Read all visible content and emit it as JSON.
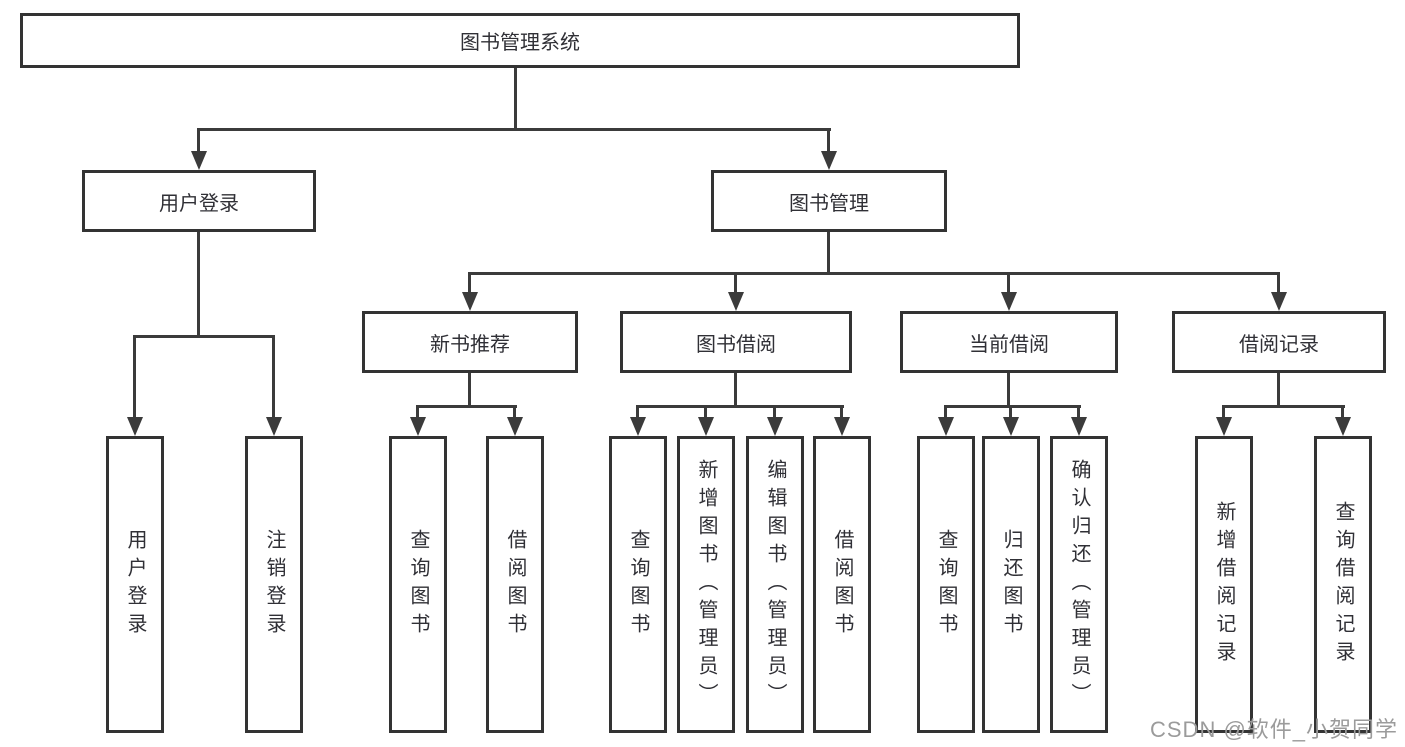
{
  "diagram": {
    "title": "图书管理系统",
    "colors": {
      "line": "#3b3b3b",
      "box_border": "#333333",
      "text": "#303036",
      "watermark": "#9b9b9b",
      "background": "#ffffff"
    },
    "level2": [
      {
        "label": "用户登录"
      },
      {
        "label": "图书管理"
      }
    ],
    "level3": [
      {
        "label": "新书推荐"
      },
      {
        "label": "图书借阅"
      },
      {
        "label": "当前借阅"
      },
      {
        "label": "借阅记录"
      }
    ],
    "leaves": {
      "user_login": [
        {
          "label": "用户登录"
        },
        {
          "label": "注销登录"
        }
      ],
      "new_book_rec": [
        {
          "label": "查询图书"
        },
        {
          "label": "借阅图书"
        }
      ],
      "book_borrow": [
        {
          "label": "查询图书"
        },
        {
          "label": "新增图书（管理员）"
        },
        {
          "label": "编辑图书（管理员）"
        },
        {
          "label": "借阅图书"
        }
      ],
      "current_borrow": [
        {
          "label": "查询图书"
        },
        {
          "label": "归还图书"
        },
        {
          "label": "确认归还（管理员）"
        }
      ],
      "borrow_records": [
        {
          "label": "新增借阅记录"
        },
        {
          "label": "查询借阅记录"
        }
      ]
    }
  },
  "watermark": {
    "text": "CSDN @软件_小贺同学"
  }
}
